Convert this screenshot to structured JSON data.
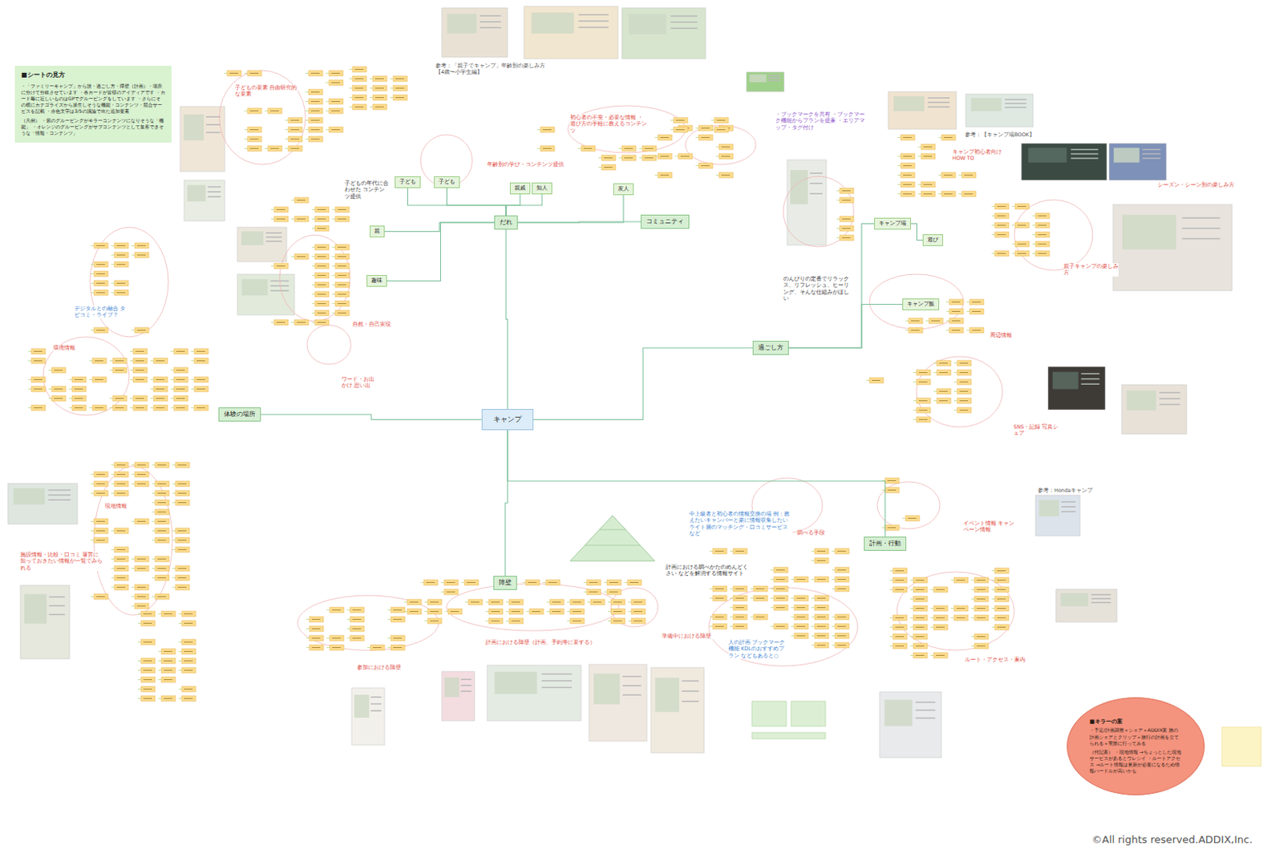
{
  "diagram": {
    "nodes": [
      {
        "text": [
          "■シートの見方",
          "・「ファミリーキャンプ」から誰・過ごし方・障壁（計画）・場所に分けて分岐させています ・各カードが皆様のアイディアです ・カード毎に近しいものはGPでグルーピングをしています ・さらにその横にカテゴライズから派生しそうな機能・コンテンツ・競合サービスを記載 ・赤色文字は3/5の議論で出た追加要素",
          "（凡例） ・紫のグルーピングがキラーコンテンツになりそうな「機能」 ・オレンジのグルーピングがサブコンテンツとして集客できそうな「情報・コンテンツ」"
        ]
      },
      {
        "text": [
          "キャンプ"
        ]
      },
      {
        "text": [
          "だれ"
        ]
      },
      {
        "text": [
          "過ごし方"
        ]
      },
      {
        "text": [
          "計画・行動"
        ]
      },
      {
        "text": [
          "障壁"
        ]
      },
      {
        "text": [
          "体験の場所"
        ]
      },
      {
        "text": [
          "コミュニティ"
        ]
      },
      {
        "text": [
          "親"
        ]
      },
      {
        "text": [
          "子ども"
        ]
      },
      {
        "text": [
          "子ども"
        ]
      },
      {
        "text": [
          "親戚"
        ]
      },
      {
        "text": [
          "知人"
        ]
      },
      {
        "text": [
          "友人"
        ]
      },
      {
        "text": [
          "趣味"
        ]
      },
      {
        "text": [
          "キャンプ場"
        ]
      },
      {
        "text": [
          "遊び"
        ]
      },
      {
        "text": [
          "キャンプ飯"
        ]
      },
      {
        "text": [
          "■キラーの案",
          "・予定/計画調整＋シェア＋ADDIX案 旅の計画シェアとクリップ＋旅行の計画を立てられる＋実際に行ってみる",
          "（付記案） ・現地情報 →ちょっとした現地サービスがあるとウレシイ ・ルートアクセス →ルート情報は更新が必要になるため情報ハードルが高いかも"
        ]
      }
    ],
    "edges": [
      {
        "from": 1,
        "to": 2,
        "arrow": "none"
      },
      {
        "from": 1,
        "to": 3,
        "arrow": "none"
      },
      {
        "from": 1,
        "to": 4,
        "arrow": "none"
      },
      {
        "from": 1,
        "to": 5,
        "arrow": "none"
      },
      {
        "from": 1,
        "to": 6,
        "arrow": "none"
      },
      {
        "from": 2,
        "to": 7,
        "arrow": "none"
      },
      {
        "from": 2,
        "to": 8,
        "arrow": "none"
      },
      {
        "from": 2,
        "to": 9,
        "arrow": "none"
      },
      {
        "from": 2,
        "to": 10,
        "arrow": "none"
      },
      {
        "from": 2,
        "to": 11,
        "arrow": "none"
      },
      {
        "from": 2,
        "to": 12,
        "arrow": "none"
      },
      {
        "from": 2,
        "to": 13,
        "arrow": "none"
      },
      {
        "from": 2,
        "to": 14,
        "arrow": "none"
      },
      {
        "from": 3,
        "to": 15,
        "arrow": "none"
      },
      {
        "from": 15,
        "to": 16,
        "arrow": "none"
      },
      {
        "from": 3,
        "to": 17,
        "arrow": "none"
      }
    ],
    "labels": [
      "年齢別の学び・コンテンツ提供",
      "子どもの年代に合わせた コンテンツ提供",
      "子どもの要素 自由研究的な要素",
      "初心者の不安・必要な情報 ・遊び方の手軽に教えるコンテンツ",
      "・ブックマークを共有 ・ブックマーク機能からプランを提案 ・エリアマップ・タグ付け",
      "キャンプ初心者向け HOW TO",
      "シーズン・シーン別の楽しみ方",
      "親子キャンプの楽しみ方",
      "のんびりの定番でリラックス、リフレッシュ、ヒーリング、そんな仕組みがほしい",
      "周辺情報",
      "SNS・記録 写真シェア",
      "イベント情報 キャンペーン情報",
      "調べる手段",
      "中上級者と初心者の情報交換の場 例：教えたいキャンパーと楽に情報収集したいライト層のマッチング・口コミサービス など",
      "計画における調べかたのめんどくさい などを解消する情報サイト",
      "人の計画 ブックマーク機能 KDLのおすすめプラン などもあると○",
      "ルート・アクセス・案内",
      "準備中における障壁",
      "計画における障壁（計画、予約等に要する）",
      "参加における障壁",
      "施設情報・比較・口コミ 運営に知っておきたい情報が一覧でみられる",
      "現地情報",
      "環境情報",
      "デジタルとの融合 タビコミ・ライブ？",
      "自然・自己実現",
      "ワード・お出かけ 思い出",
      "©All rights reserved.ADDIX,Inc.",
      "参考：「親子でキャンプ」年齢別の楽しみ方【4歳〜小学生編】",
      "参考：【キャンプ場BOOK】",
      "参考：Hondaキャンプ"
    ]
  }
}
